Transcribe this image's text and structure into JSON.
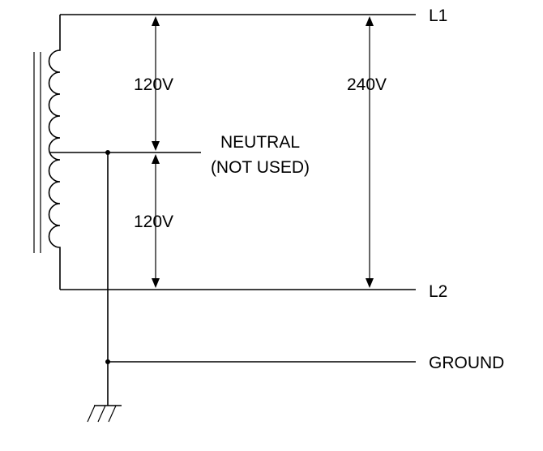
{
  "labels": {
    "line1": "L1",
    "line2": "L2",
    "ground": "GROUND",
    "neutral_line1": "NEUTRAL",
    "neutral_line2": "(NOT USED)",
    "upper_voltage": "120V",
    "lower_voltage": "120V",
    "total_voltage": "240V"
  }
}
